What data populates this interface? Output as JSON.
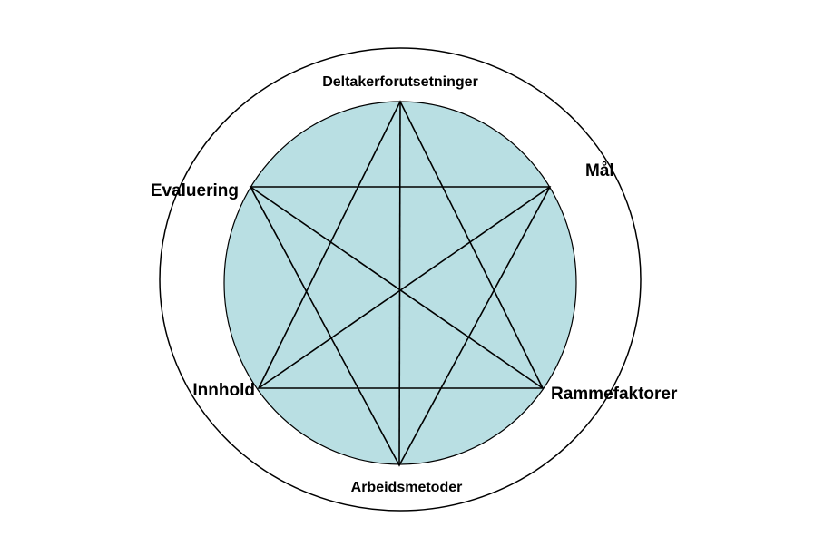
{
  "labels": {
    "top": "Deltakerforutsetninger",
    "upper_right": "Mål",
    "lower_right": "Rammefaktorer",
    "bottom": "Arbeidsmetoder",
    "lower_left": "Innhold",
    "upper_left": "Evaluering"
  },
  "colors": {
    "fill": "#b9dfe3",
    "stroke": "#000000"
  }
}
